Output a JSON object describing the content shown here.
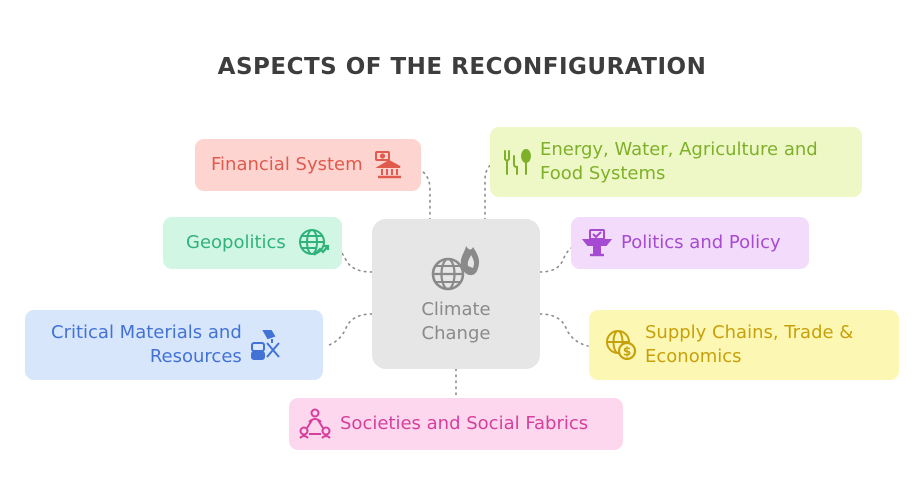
{
  "title": "ASPECTS OF THE RECONFIGURATION",
  "center": {
    "label_line1": "Climate",
    "label_line2": "Change",
    "icon": "globe-flame-icon"
  },
  "nodes": [
    {
      "id": "financial",
      "label": "Financial System",
      "icon": "bank-money-icon",
      "color": "#e05a4e",
      "bg": "#fdd4d0"
    },
    {
      "id": "energy",
      "label_line1": "Energy, Water, Agriculture and",
      "label_line2": "Food Systems",
      "icon": "food-cutlery-icon",
      "color": "#7fb02a",
      "bg": "#eef7c6"
    },
    {
      "id": "geopolitics",
      "label": "Geopolitics",
      "icon": "globe-trend-icon",
      "color": "#2fb37a",
      "bg": "#d2f6e4"
    },
    {
      "id": "politics",
      "label": "Politics and Policy",
      "icon": "podium-icon",
      "color": "#a64bd1",
      "bg": "#f2dbfb"
    },
    {
      "id": "materials",
      "label_line1": "Critical Materials and",
      "label_line2": "Resources",
      "icon": "mining-resources-icon",
      "color": "#4272d6",
      "bg": "#d8e6fc"
    },
    {
      "id": "supply",
      "label_line1": "Supply Chains, Trade &",
      "label_line2": "Economics",
      "icon": "globe-dollar-icon",
      "color": "#c7a10b",
      "bg": "#fdf7b4"
    },
    {
      "id": "societies",
      "label": "Societies and Social Fabrics",
      "icon": "people-network-icon",
      "color": "#d63f9b",
      "bg": "#fcd7ee"
    }
  ]
}
